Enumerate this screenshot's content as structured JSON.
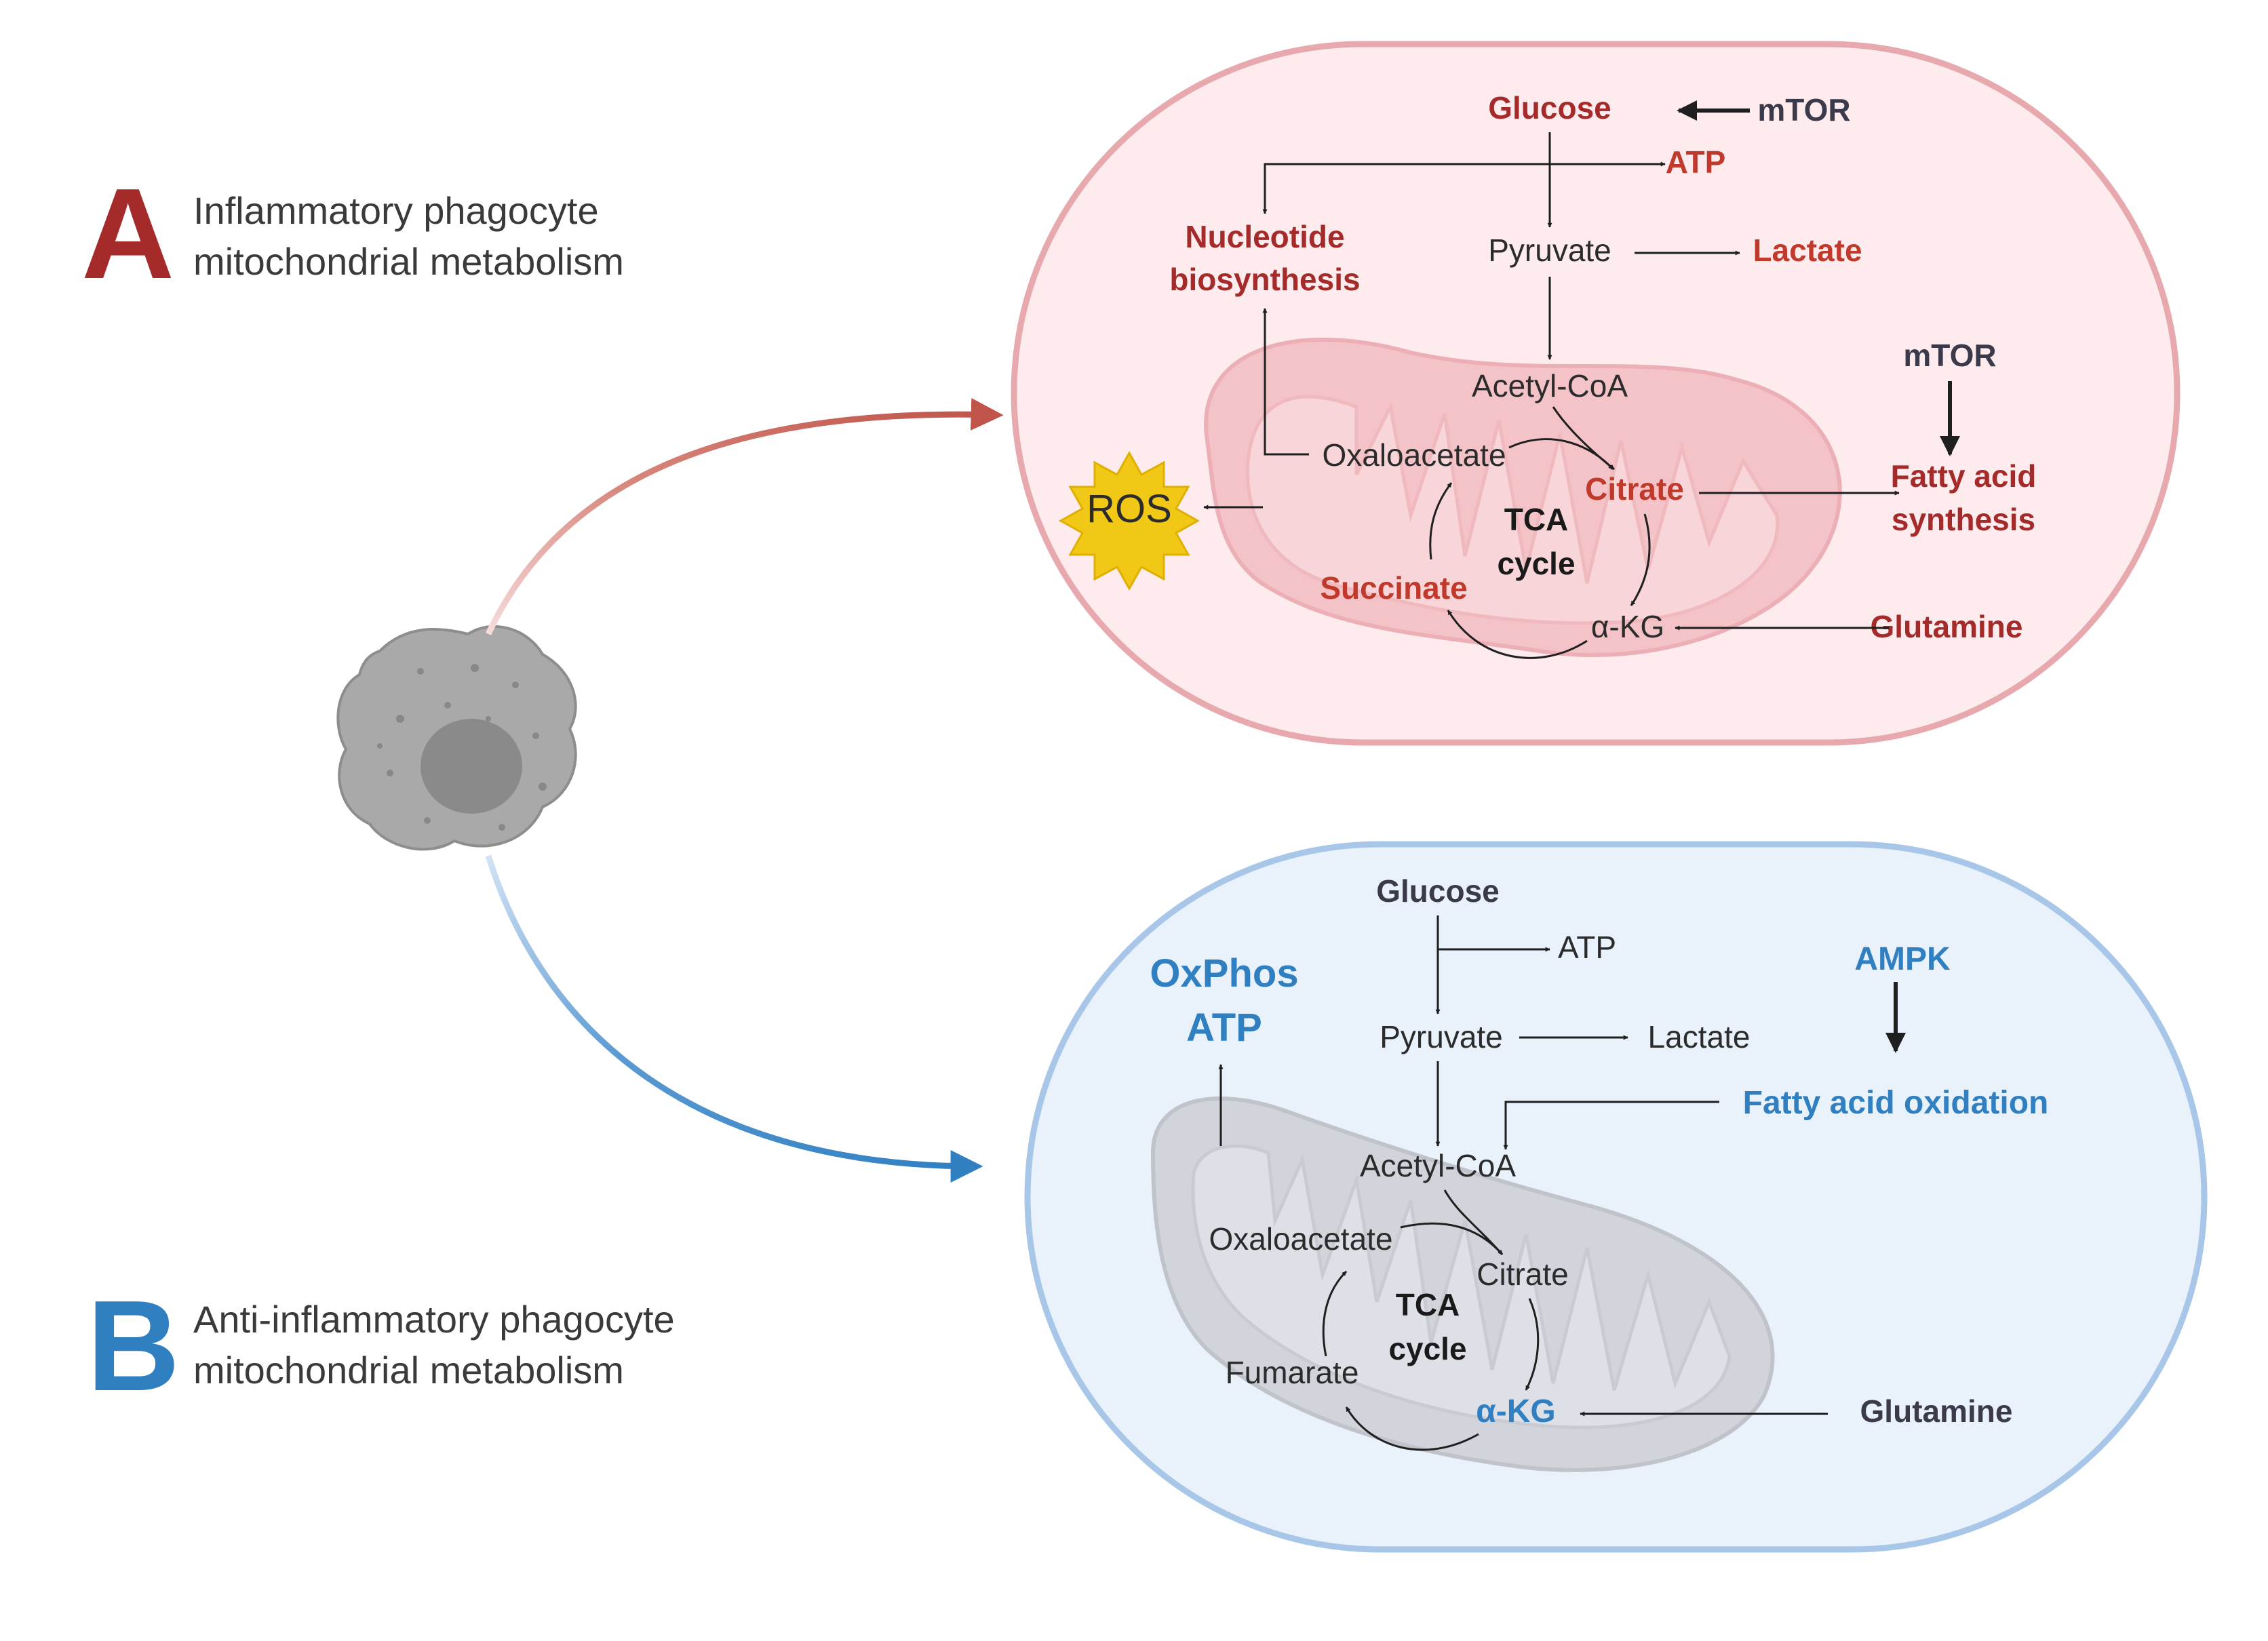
{
  "colors": {
    "red_accent": "#a52a2a",
    "blue_accent": "#2f7fc1",
    "red_cell_fill": "#fdebed",
    "red_cell_stroke": "#e7a9ae",
    "blue_cell_fill": "#e9f1fb",
    "blue_cell_stroke": "#a8c7e8"
  },
  "panel_a": {
    "letter": "A",
    "title_line1": "Inflammatory phagocyte",
    "title_line2": "mitochondrial metabolism",
    "labels": {
      "glucose": "Glucose",
      "mtor_top": "mTOR",
      "atp": "ATP",
      "nucleotide_1": "Nucleotide",
      "nucleotide_2": "biosynthesis",
      "pyruvate": "Pyruvate",
      "lactate": "Lactate",
      "acetyl_coa": "Acetyl-CoA",
      "mtor_right": "mTOR",
      "oxaloacetate": "Oxaloacetate",
      "citrate": "Citrate",
      "fatty_acid_1": "Fatty acid",
      "fatty_acid_2": "synthesis",
      "ros": "ROS",
      "tca_1": "TCA",
      "tca_2": "cycle",
      "succinate": "Succinate",
      "akg": "α-KG",
      "glutamine": "Glutamine"
    }
  },
  "panel_b": {
    "letter": "B",
    "title_line1": "Anti-inflammatory phagocyte",
    "title_line2": "mitochondrial metabolism",
    "labels": {
      "glucose": "Glucose",
      "atp": "ATP",
      "oxphos_1": "OxPhos",
      "oxphos_2": "ATP",
      "ampk": "AMPK",
      "pyruvate": "Pyruvate",
      "lactate": "Lactate",
      "fatty_acid_oxidation": "Fatty acid oxidation",
      "acetyl_coa": "Acetyl-CoA",
      "oxaloacetate": "Oxaloacetate",
      "citrate": "Citrate",
      "tca_1": "TCA",
      "tca_2": "cycle",
      "fumarate": "Fumarate",
      "akg": "α-KG",
      "glutamine": "Glutamine"
    }
  },
  "icons": [
    "phagocyte-cell-icon",
    "mitochondrion-icon",
    "ros-burst-icon"
  ]
}
